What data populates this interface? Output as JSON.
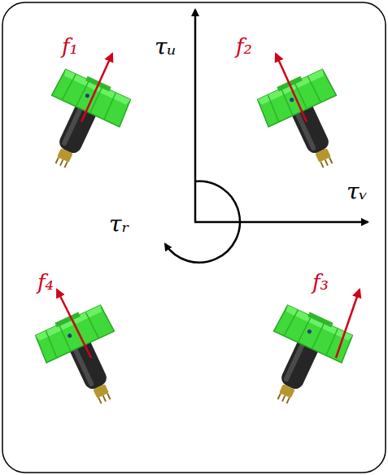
{
  "diagram": {
    "labels": [
      "f₁",
      "f₂",
      "f₃",
      "f₄",
      "τᵤ",
      "τᵥ",
      "τᵣ"
    ]
  }
}
